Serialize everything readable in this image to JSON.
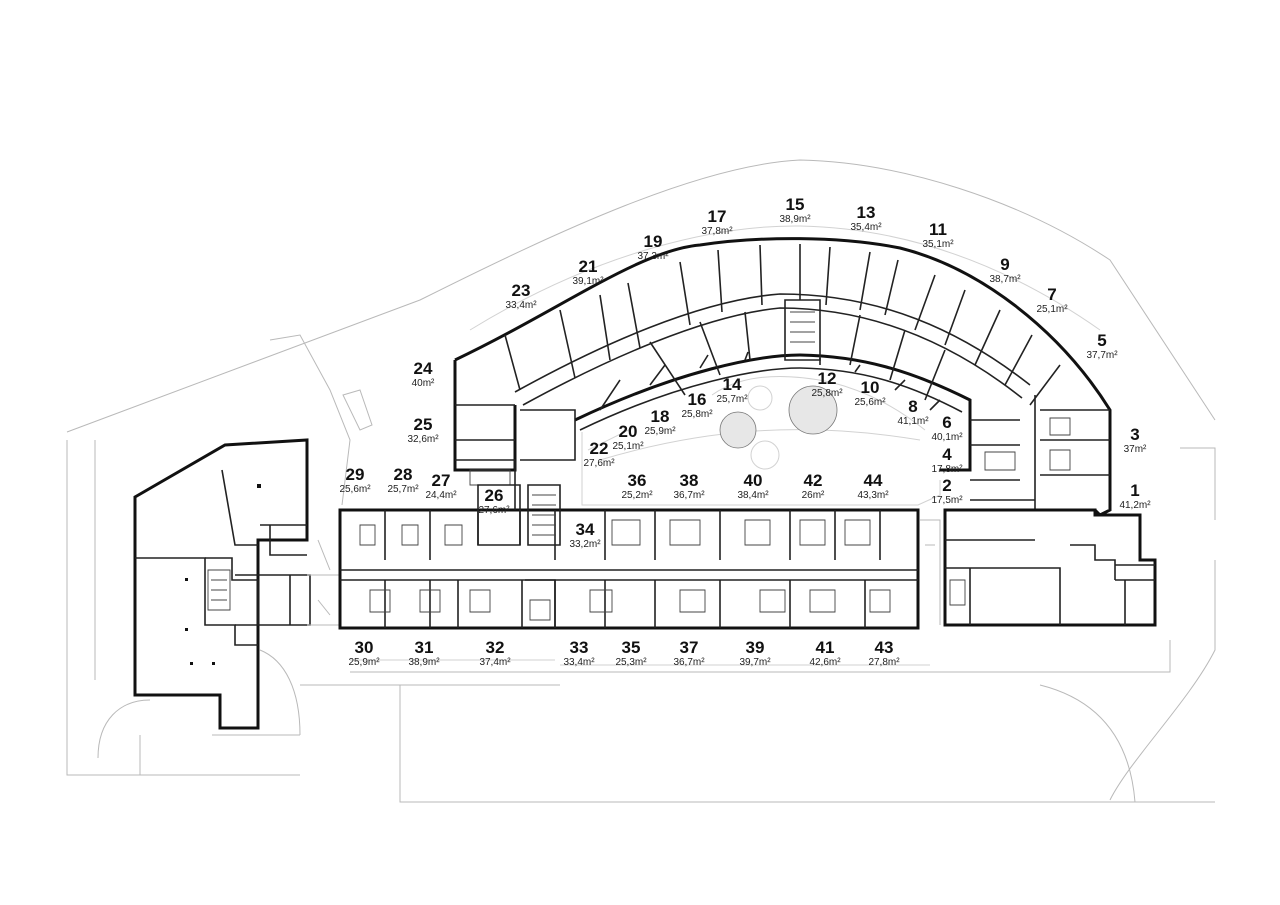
{
  "units": [
    {
      "number": "1",
      "area": "41,2m²"
    },
    {
      "number": "2",
      "area": "17,5m²"
    },
    {
      "number": "3",
      "area": "37m²"
    },
    {
      "number": "4",
      "area": "17,8m²"
    },
    {
      "number": "5",
      "area": "37,7m²"
    },
    {
      "number": "6",
      "area": "40,1m²"
    },
    {
      "number": "7",
      "area": "25,1m²"
    },
    {
      "number": "8",
      "area": "41,1m²"
    },
    {
      "number": "9",
      "area": "38,7m²"
    },
    {
      "number": "10",
      "area": "25,6m²"
    },
    {
      "number": "11",
      "area": "35,1m²"
    },
    {
      "number": "12",
      "area": "25,8m²"
    },
    {
      "number": "13",
      "area": "35,4m²"
    },
    {
      "number": "14",
      "area": "25,7m²"
    },
    {
      "number": "15",
      "area": "38,9m²"
    },
    {
      "number": "16",
      "area": "25,8m²"
    },
    {
      "number": "17",
      "area": "37,8m²"
    },
    {
      "number": "18",
      "area": "25,9m²"
    },
    {
      "number": "19",
      "area": "37,3m²"
    },
    {
      "number": "20",
      "area": "25,1m²"
    },
    {
      "number": "21",
      "area": "39,1m²"
    },
    {
      "number": "22",
      "area": "27,6m²"
    },
    {
      "number": "23",
      "area": "33,4m²"
    },
    {
      "number": "24",
      "area": "40m²"
    },
    {
      "number": "25",
      "area": "32,6m²"
    },
    {
      "number": "26",
      "area": "27,6m²"
    },
    {
      "number": "27",
      "area": "24,4m²"
    },
    {
      "number": "28",
      "area": "25,7m²"
    },
    {
      "number": "29",
      "area": "25,6m²"
    },
    {
      "number": "30",
      "area": "25,9m²"
    },
    {
      "number": "31",
      "area": "38,9m²"
    },
    {
      "number": "32",
      "area": "37,4m²"
    },
    {
      "number": "33",
      "area": "33,4m²"
    },
    {
      "number": "34",
      "area": "33,2m²"
    },
    {
      "number": "35",
      "area": "25,3m²"
    },
    {
      "number": "36",
      "area": "25,2m²"
    },
    {
      "number": "37",
      "area": "36,7m²"
    },
    {
      "number": "38",
      "area": "36,7m²"
    },
    {
      "number": "39",
      "area": "39,7m²"
    },
    {
      "number": "40",
      "area": "38,4m²"
    },
    {
      "number": "41",
      "area": "42,6m²"
    },
    {
      "number": "42",
      "area": "26m²"
    },
    {
      "number": "43",
      "area": "27,8m²"
    },
    {
      "number": "44",
      "area": "43,3m²"
    }
  ],
  "colors": {
    "wall": "#111111",
    "site_line": "#b9b9b9",
    "background": "#ffffff"
  }
}
